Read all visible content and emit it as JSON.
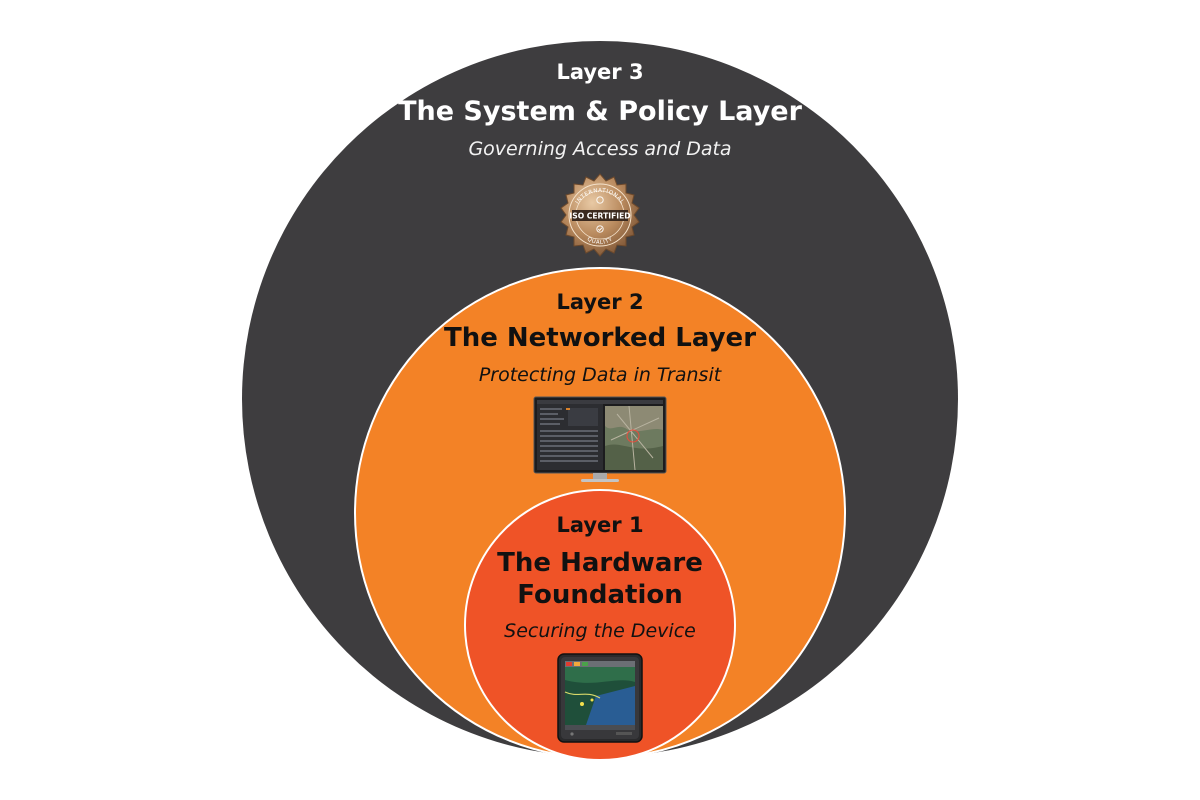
{
  "layers": [
    {
      "label": "Layer 3",
      "title": "The System & Policy Layer",
      "subtitle": "Governing Access and Data",
      "icon": "iso-certified-badge-icon",
      "badge_text": {
        "top": "INTERNATIONAL",
        "center": "ISO CERTIFIED",
        "bottom": "QUALITY"
      },
      "color": "#3e3d3f"
    },
    {
      "label": "Layer 2",
      "title": "The Networked Layer",
      "subtitle": "Protecting Data in Transit",
      "icon": "monitor-icon",
      "color": "#f38226"
    },
    {
      "label": "Layer 1",
      "title_lines": [
        "The Hardware",
        "Foundation"
      ],
      "subtitle": "Securing the Device",
      "icon": "tablet-display-icon",
      "color": "#ef5327"
    }
  ]
}
